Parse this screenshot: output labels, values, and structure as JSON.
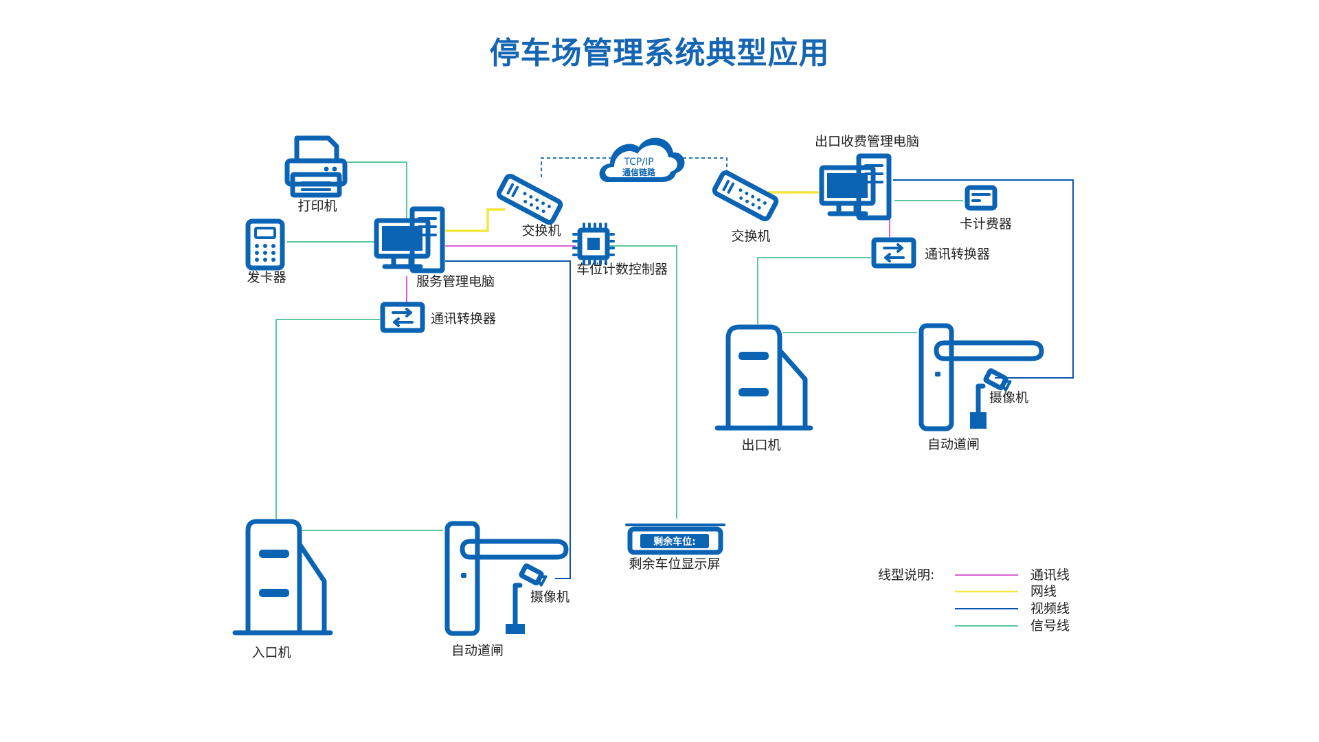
{
  "title": "停车场管理系统典型应用",
  "cloud": {
    "line1": "TCP/IP",
    "line2": "通信链路"
  },
  "labels": {
    "printer": "打印机",
    "card_issuer": "发卡器",
    "server_pc": "服务管理电脑",
    "converter_left": "通讯转换器",
    "switch_left": "交换机",
    "switch_right": "交换机",
    "space_controller": "车位计数控制器",
    "exit_pc": "出口收费管理电脑",
    "card_meter": "卡计费器",
    "converter_right": "通讯转换器",
    "exit_machine": "出口机",
    "gate_right": "自动道闸",
    "camera_right": "摄像机",
    "entry_machine": "入口机",
    "gate_left": "自动道闸",
    "camera_left": "摄像机",
    "display_screen": "剩余车位显示屏",
    "display_text": "剩余车位:"
  },
  "legend": {
    "title": "线型说明:",
    "items": [
      {
        "name": "通讯线",
        "color": "#d95fd6"
      },
      {
        "name": "网线",
        "color": "#f4e53a"
      },
      {
        "name": "视频线",
        "color": "#0a55ad"
      },
      {
        "name": "信号线",
        "color": "#5cc79a"
      }
    ]
  },
  "colors": {
    "device": "#0a63b3",
    "title": "#1565b3"
  }
}
